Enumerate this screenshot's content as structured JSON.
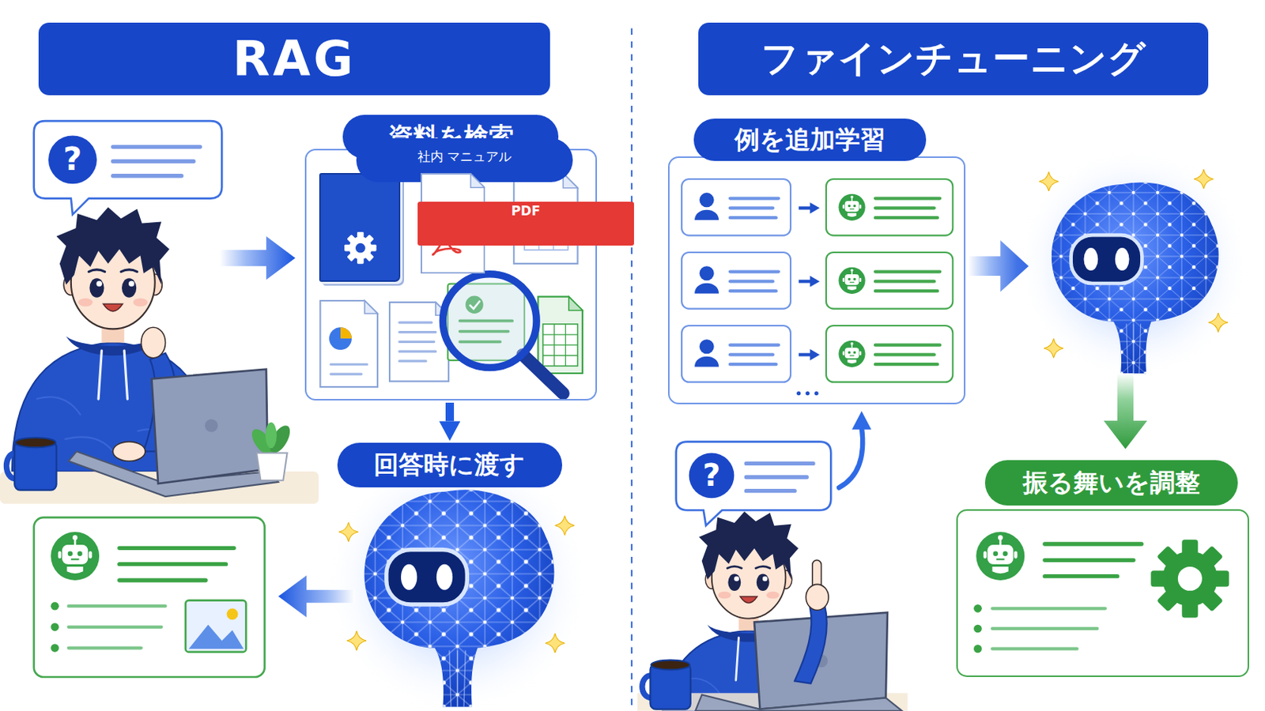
{
  "diagram": {
    "nodes": [
      {
        "text": [
          "RAG"
        ]
      },
      {
        "text": [
          "資料を検索"
        ]
      },
      {
        "text": [
          "社内 マニュアル"
        ],
        "in": 1
      },
      {
        "text": [
          "PDF"
        ],
        "in": 1
      },
      {
        "text": [
          "回答時に渡す"
        ]
      },
      {
        "text": [
          "ファインチューニング"
        ]
      },
      {
        "text": [
          "例を追加学習"
        ]
      },
      {
        "text": [
          "振る舞いを調整"
        ]
      }
    ],
    "edges": [
      {
        "from": 1,
        "to": 4,
        "arrow": "to"
      }
    ],
    "labels": [
      "?",
      "?"
    ]
  }
}
